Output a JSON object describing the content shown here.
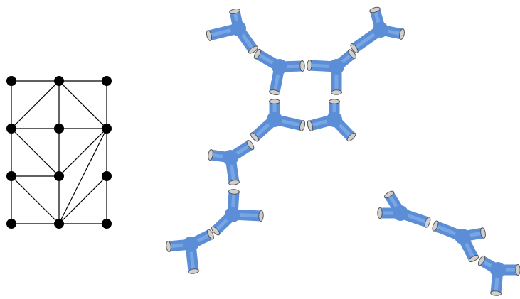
{
  "graph": {
    "nodes": [
      "n00",
      "n01",
      "n02",
      "n10",
      "n11",
      "n12",
      "n20",
      "n21",
      "n22",
      "n30",
      "n31",
      "n32"
    ],
    "edges": [
      [
        "n00",
        "n01"
      ],
      [
        "n01",
        "n02"
      ],
      [
        "n10",
        "n11"
      ],
      [
        "n11",
        "n12"
      ],
      [
        "n20",
        "n21"
      ],
      [
        "n30",
        "n31"
      ],
      [
        "n31",
        "n32"
      ],
      [
        "n00",
        "n10"
      ],
      [
        "n10",
        "n20"
      ],
      [
        "n20",
        "n30"
      ],
      [
        "n01",
        "n11"
      ],
      [
        "n11",
        "n21"
      ],
      [
        "n21",
        "n31"
      ],
      [
        "n02",
        "n12"
      ],
      [
        "n12",
        "n22"
      ],
      [
        "n22",
        "n32"
      ],
      [
        "n01",
        "n10"
      ],
      [
        "n01",
        "n12"
      ],
      [
        "n10",
        "n21"
      ],
      [
        "n12",
        "n21"
      ],
      [
        "n20",
        "n31"
      ],
      [
        "n12",
        "n31"
      ],
      [
        "n22",
        "n31"
      ]
    ]
  },
  "colors": {
    "node": "#000000",
    "edge": "#000000",
    "tube": "#5b8ed6",
    "tube_highlight": "#8fb8ef",
    "cap": "#cfcfcf",
    "cap_border": "#555555"
  },
  "pieces": [
    {
      "name": "tripod-top-left"
    },
    {
      "name": "tripod-top-right"
    },
    {
      "name": "tripod-square-top-left"
    },
    {
      "name": "tripod-square-top-right"
    },
    {
      "name": "tripod-square-bottom-left"
    },
    {
      "name": "tripod-square-bottom-right"
    },
    {
      "name": "tripod-mid-left"
    },
    {
      "name": "tripod-lower-left"
    },
    {
      "name": "tripod-bottom-left"
    },
    {
      "name": "tripod-right-a"
    },
    {
      "name": "tripod-right-b"
    },
    {
      "name": "tripod-right-c"
    }
  ]
}
